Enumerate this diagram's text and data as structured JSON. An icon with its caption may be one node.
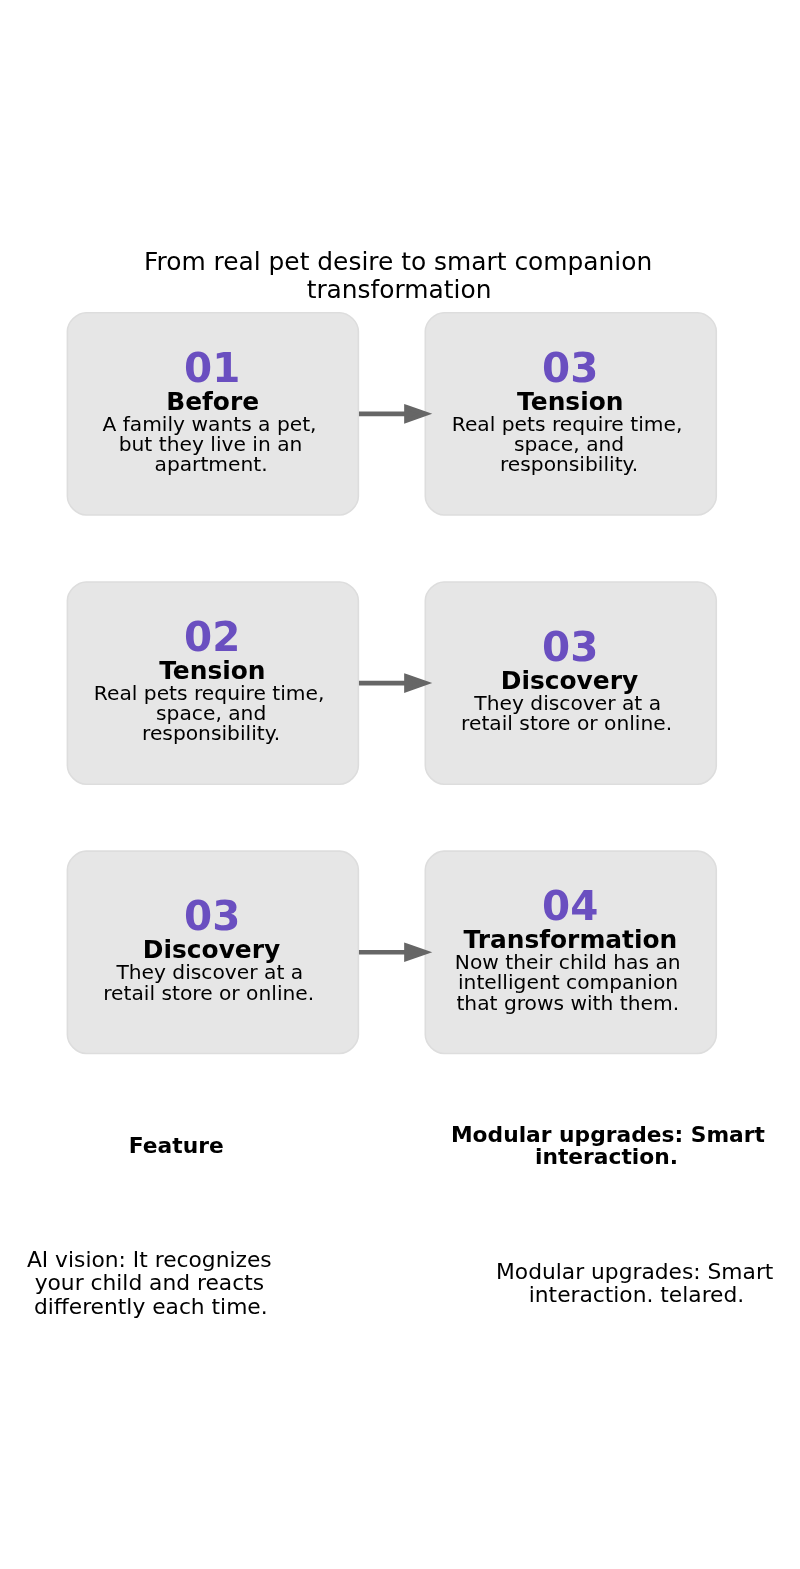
{
  "diagram": {
    "title": "From real pet desire to smart companion transformation",
    "nodes": [
      {
        "text": [
          "01",
          "Before",
          "A family wants a pet, but they live in an apartment."
        ]
      },
      {
        "text": [
          "03",
          "Tension",
          "Real pets require time, space, and responsibility."
        ]
      },
      {
        "text": [
          "02",
          "Tension",
          "Real pets require time, space, and responsibility."
        ]
      },
      {
        "text": [
          "03",
          "Discovery",
          "They discover at a retail store or online."
        ]
      },
      {
        "text": [
          "03",
          "Discovery",
          "They discover at a retail store or online."
        ]
      },
      {
        "text": [
          "04",
          "Transformation",
          "Now their child has an intelligent companion that grows with them."
        ]
      }
    ],
    "edges": [
      {
        "from": 0,
        "to": 1,
        "arrow": "to"
      },
      {
        "from": 2,
        "to": 3,
        "arrow": "to"
      },
      {
        "from": 4,
        "to": 5,
        "arrow": "to"
      }
    ],
    "labels": [
      "Feature",
      "Modular upgrades: Smart interaction.",
      "AI vision: It recognizes your child and reacts differently each time.",
      "Modular upgrades: Smart interaction. telared."
    ]
  }
}
